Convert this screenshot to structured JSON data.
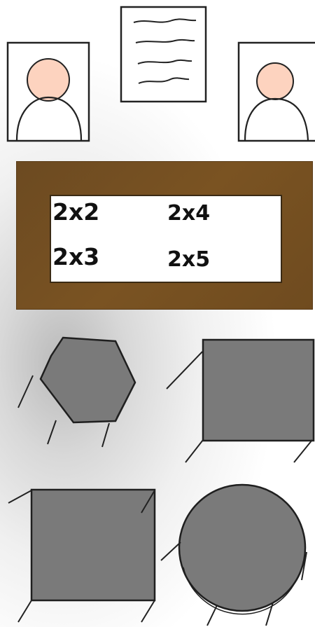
{
  "whiteboard": {
    "facts": [
      "2x2",
      "2x4",
      "2x3",
      "2x5"
    ]
  },
  "colors": {
    "frame_border": "#222222",
    "face_skin": "#fdd3bf",
    "board_wood": "#74501f",
    "desk_fill": "#7a7a7a",
    "desk_stroke": "#1f1f1f"
  }
}
